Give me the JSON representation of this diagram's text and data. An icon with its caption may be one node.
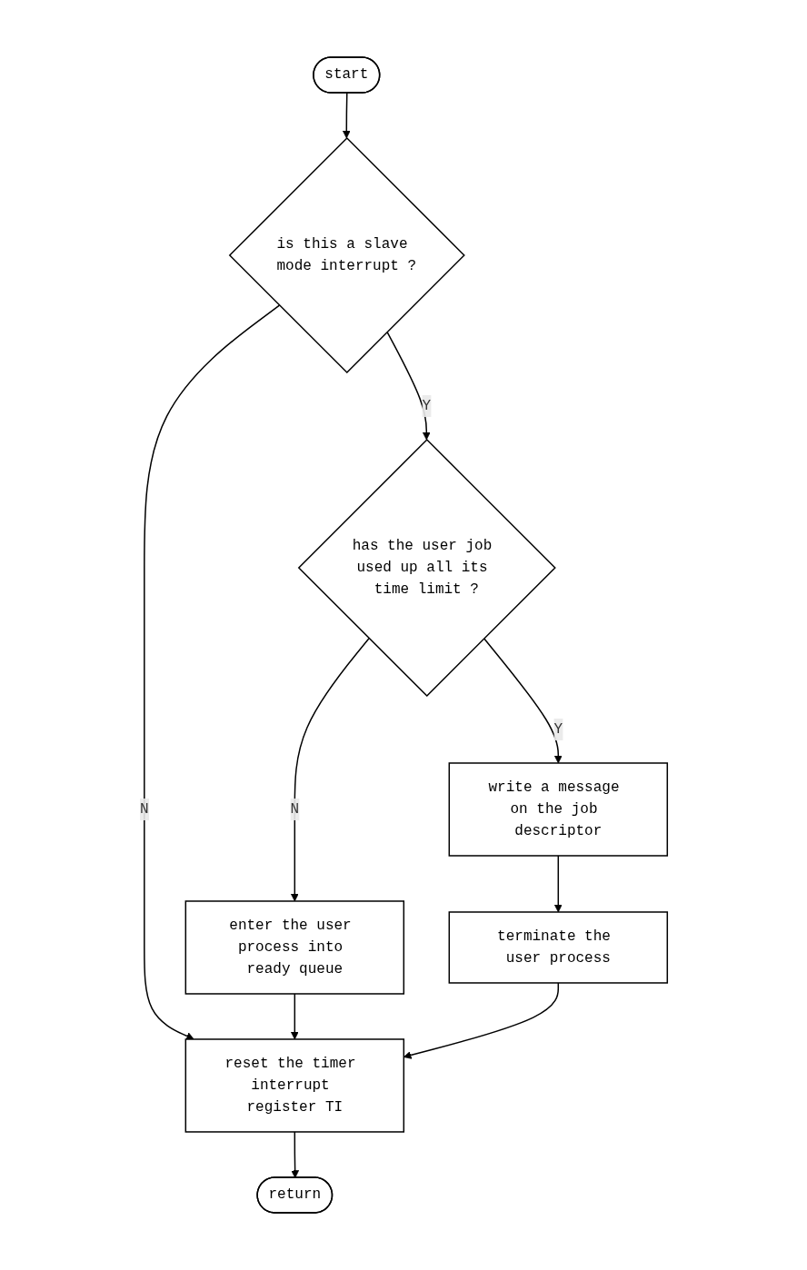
{
  "diagram": {
    "nodes": [
      {
        "text": [
          "start"
        ]
      },
      {
        "text": [
          "is this a slave mode interrupt ?"
        ]
      },
      {
        "text": [
          "has the user job used up all its time limit ?"
        ]
      },
      {
        "text": [
          "write a message on the job descriptor"
        ]
      },
      {
        "text": [
          "enter the user process into ready queue"
        ]
      },
      {
        "text": [
          "terminate the user process"
        ]
      },
      {
        "text": [
          "reset the timer interrupt register TI"
        ]
      },
      {
        "text": [
          "return"
        ]
      }
    ],
    "edges": [
      {
        "from": 0,
        "to": 1,
        "arrow": "to"
      },
      {
        "from": 1,
        "to": 2,
        "arrow": "to",
        "label": "Y"
      },
      {
        "from": 1,
        "to": 6,
        "arrow": "to",
        "label": "N"
      },
      {
        "from": 2,
        "to": 3,
        "arrow": "to",
        "label": "Y"
      },
      {
        "from": 2,
        "to": 4,
        "arrow": "to",
        "label": "N"
      },
      {
        "from": 3,
        "to": 5,
        "arrow": "to"
      },
      {
        "from": 4,
        "to": 6,
        "arrow": "to"
      },
      {
        "from": 5,
        "to": 6,
        "arrow": "to"
      },
      {
        "from": 6,
        "to": 7,
        "arrow": "to"
      }
    ]
  }
}
